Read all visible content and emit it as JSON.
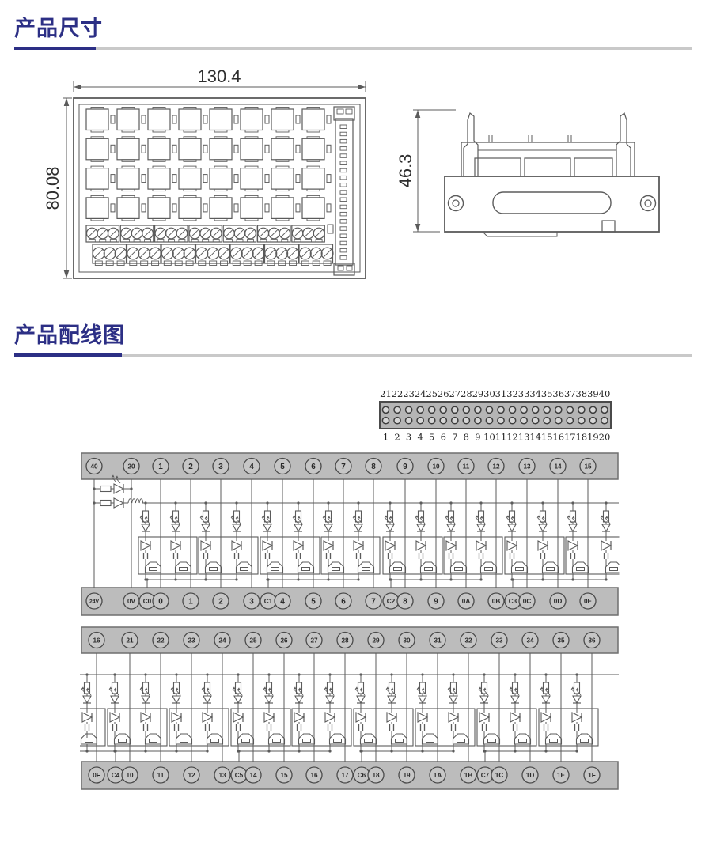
{
  "sections": {
    "dimensions_title": "产品尺寸",
    "wiring_title": "产品配线图"
  },
  "dimensions": {
    "front_width": "130.4",
    "front_height": "80.08",
    "side_height": "46.3"
  },
  "connector": {
    "top_pins": [
      "21",
      "22",
      "23",
      "24",
      "25",
      "26",
      "27",
      "28",
      "29",
      "30",
      "31",
      "32",
      "33",
      "34",
      "35",
      "36",
      "37",
      "38",
      "39",
      "40"
    ],
    "bottom_pins": [
      "1",
      "2",
      "3",
      "4",
      "5",
      "6",
      "7",
      "8",
      "9",
      "10",
      "11",
      "12",
      "13",
      "14",
      "15",
      "16",
      "17",
      "18",
      "19",
      "20"
    ]
  },
  "banks": [
    {
      "top_terminals": [
        "40",
        "20",
        "1",
        "2",
        "3",
        "4",
        "5",
        "6",
        "7",
        "8",
        "9",
        "10",
        "11",
        "12",
        "13",
        "14",
        "15"
      ],
      "bottom_terminals": [
        "24V",
        "0V",
        "C0",
        "0",
        "1",
        "2",
        "3",
        "C1",
        "4",
        "5",
        "6",
        "7",
        "C2",
        "8",
        "9",
        "0A",
        "0B",
        "C3",
        "0C",
        "0D",
        "0E"
      ]
    },
    {
      "top_terminals": [
        "16",
        "21",
        "22",
        "23",
        "24",
        "25",
        "26",
        "27",
        "28",
        "29",
        "30",
        "31",
        "32",
        "33",
        "34",
        "35",
        "36"
      ],
      "bottom_terminals": [
        "0F",
        "C4",
        "10",
        "11",
        "12",
        "13",
        "C5",
        "14",
        "15",
        "16",
        "17",
        "C6",
        "18",
        "19",
        "1A",
        "1B",
        "C7",
        "1C",
        "1D",
        "1E",
        "1F"
      ]
    }
  ],
  "colors": {
    "accent": "#2c2f85",
    "rule_gray": "#c9c9c9",
    "line": "#5b5b5b",
    "bar_fill": "#bcbcbc",
    "bar_stroke": "#6f6f6f",
    "terminal_fill": "#c6c6c6",
    "hole_fill": "#d6d6d6",
    "text": "#2e2e2e"
  }
}
